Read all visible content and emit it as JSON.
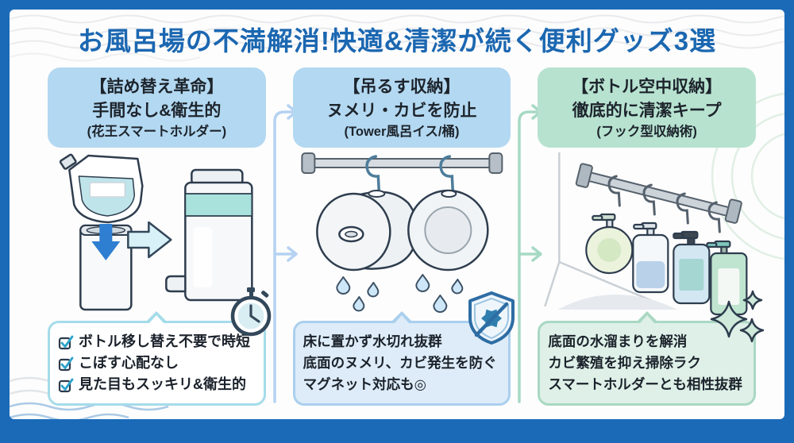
{
  "title": "お風呂場の不満解消!快適&清潔が続く便利グッズ3選",
  "columns": [
    {
      "id": "refill-revolution",
      "header": {
        "line1": "【詰め替え革命】",
        "line2": "手間なし&衛生的",
        "line3": "(花王スマートホルダー)"
      },
      "illustration": "refill-pouch-into-holder-then-dispenser",
      "badge_icon": "stopwatch-icon",
      "checklist": true,
      "points": [
        "ボトル移し替え不要で時短",
        "こぼす心配なし",
        "見た目もスッキリ&衛生的"
      ]
    },
    {
      "id": "hanging-storage",
      "header": {
        "line1": "【吊るす収納】",
        "line2": "ヌメリ・カビを防止",
        "line3": "(Tower風呂イス/桶)"
      },
      "illustration": "bath-stool-and-basin-hanging-on-rod",
      "badge_icon": "anti-germ-shield-icon",
      "checklist": false,
      "points": [
        "床に置かず水切れ抜群",
        "底面のヌメリ、カビ発生を防ぐ",
        "マグネット対応も◎"
      ]
    },
    {
      "id": "bottle-air-storage",
      "header": {
        "line1": "【ボトル空中収納】",
        "line2": "徹底的に清潔キープ",
        "line3": "(フック型収納術)"
      },
      "illustration": "four-bottles-hanging-on-hooks",
      "badge_icon": "sparkles-icon",
      "checklist": false,
      "points": [
        "底面の水溜まりを解消",
        "カビ繁殖を抑え掃除ラク",
        "スマートホルダーとも相性抜群"
      ]
    }
  ],
  "icons": {
    "checklist_marker": "checkbox-checked-icon",
    "column1_badge": "stopwatch-icon",
    "column2_badge": "anti-germ-shield-icon",
    "column3_badge": "sparkles-icon",
    "connectors": "curved-arrow-right"
  },
  "colors": {
    "frame_blue": "#1a6ab8",
    "title_blue": "#1b67b1",
    "header_blue_bg": "#b3d8f1",
    "header_mint_bg": "#b7e2d0",
    "bubble1_border": "#a5dcea",
    "bubble2_bg": "#ddecf8",
    "bubble3_bg": "#def0e7",
    "connector_blue": "#b5d2f2",
    "connector_mint": "#a6d9c4",
    "check_teal": "#2ba3cc"
  }
}
